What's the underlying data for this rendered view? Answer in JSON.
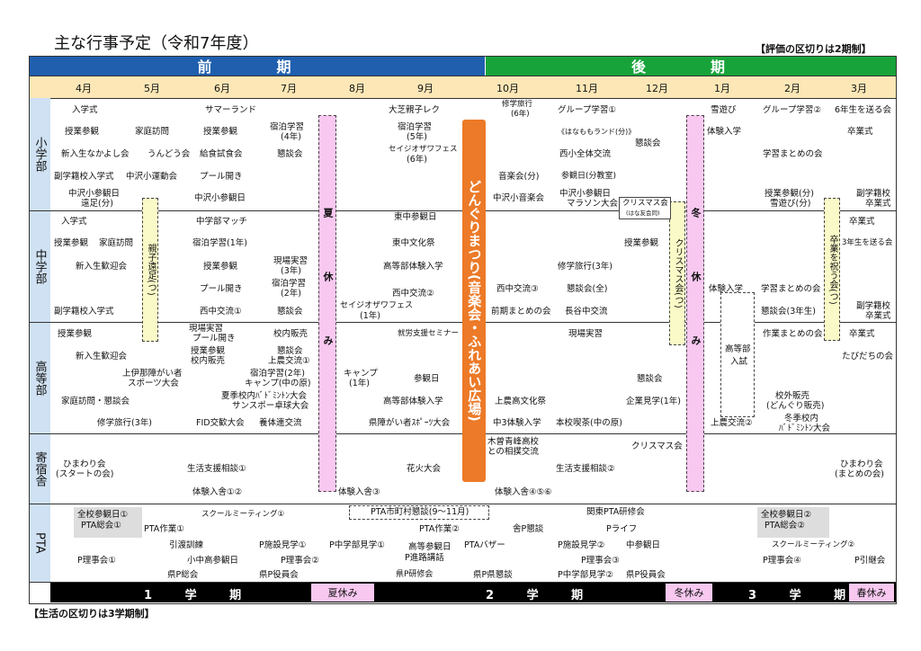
{
  "title": "主な行事予定（令和7年度）",
  "note_top": "【評価の区切りは2期制】",
  "note_bottom": "【生活の区切りは3学期制】",
  "band_zenki": "前　期",
  "band_kouki": "後　期",
  "months": [
    "4月",
    "5月",
    "6月",
    "7月",
    "8月",
    "9月",
    "10月",
    "11月",
    "12月",
    "1月",
    "2月",
    "3月"
  ],
  "sections": {
    "sho": "小学部",
    "chu": "中学部",
    "kou": "高等部",
    "kishuku": "寄宿舎",
    "pta": "PTA"
  },
  "sho": [
    "入学式",
    "サマーランド",
    "大芝親子レク",
    "修学旅行",
    "(6年)",
    "グループ学習①",
    "雪遊び",
    "グループ学習②",
    "6年生を送る会",
    "授業参観",
    "家庭訪問",
    "授業参観",
    "宿泊学習",
    "(4年)",
    "宿泊学習",
    "(5年)",
    "《はなももランド(分)》",
    "体験入学",
    "卒業式",
    "新入生なかよし会",
    "うんどう会",
    "給食試食会",
    "懇談会",
    "セイジオザワフェス",
    "(6年)",
    "西小全体交流",
    "懇談会",
    "学習まとめの会",
    "副学籍校入学式",
    "中沢小運動会",
    "プール開き",
    "音楽会(分)",
    "参観日(分教室)",
    "中沢小参観日",
    "遠足(分)",
    "中沢小参観日",
    "中沢小音楽会",
    "中沢小参観日",
    "マラソン大会",
    "クリスマス会",
    "(はな友会同)",
    "授業参観(分)",
    "雪遊び(分)",
    "副学籍校",
    "卒業式"
  ],
  "chu": [
    "入学式",
    "中学部マッチ",
    "東中参観日",
    "卒業式",
    "授業参観",
    "家庭訪問",
    "宿泊学習(1年)",
    "東中文化祭",
    "授業参観",
    "3年生を送る会",
    "新入生歓迎会",
    "授業参観",
    "現場実習",
    "(3年)",
    "高等部体験入学",
    "修学旅行(3年)",
    "プール開き",
    "宿泊学習",
    "(2年)",
    "西中交流②",
    "西中交流③",
    "懇談会(全)",
    "体験入学",
    "学習まとめの会",
    "副学籍校入学式",
    "西中交流①",
    "懇談会",
    "セイジオザワフェス",
    "(1年)",
    "前期まとめの会",
    "長谷中交流",
    "懇談会(3年生)",
    "副学籍校",
    "卒業式"
  ],
  "kou": [
    "授業参観",
    "現場実習",
    "プール開き",
    "校内販売",
    "就労支援セミナー",
    "現場実習",
    "作業まとめの会",
    "卒業式",
    "新入生歓迎会",
    "授業参観",
    "校内販売",
    "懇談会",
    "上農交流①",
    "たびだちの会",
    "上伊那障がい者",
    "スポーツ大会",
    "宿泊学習(2年)",
    "キャンプ(中の原)",
    "キャンプ",
    "(1年)",
    "参観日",
    "懇談会",
    "家庭訪問・懇談会",
    "夏季校内ﾊﾞﾄﾞﾐﾝﾄﾝ大会",
    "サンスポー卓球大会",
    "高等部体験入学",
    "上農高文化祭",
    "企業見学(1年)",
    "校外販売",
    "(どんぐり販売)",
    "修学旅行(3年)",
    "FID交歓大会",
    "養体連交流",
    "県障がい者ｽﾎﾟｰﾂ大会",
    "中3体験入学",
    "本校喫茶(中の原)",
    "上農交流②",
    "冬季校内",
    "ﾊﾞﾄﾞﾐﾝﾄﾝ大会",
    "高等部",
    "入試"
  ],
  "kishuku": [
    "ひまわり会",
    "(スタートの会)",
    "木曽青峰高校",
    "との相撲交流",
    "クリスマス会",
    "ひまわり会",
    "(まとめの会)",
    "生活支援相談①",
    "花火大会",
    "生活支援相談②",
    "体験入舎①②",
    "体験入舎③",
    "体験入舎④⑤⑥"
  ],
  "pta": [
    "全校参観日①",
    "PTA総会①",
    "スクールミーティング①",
    "PTA市町村懇談(9～11月)",
    "関東PTA研修会",
    "全校参観日②",
    "PTA総会②",
    "PTA作業①",
    "PTA作業②",
    "舎P懇談",
    "Pライフ",
    "スクールミーティング②",
    "引渡訓練",
    "P施設見学①",
    "P中学部見学①",
    "高等参観日",
    "PTAバザー",
    "P施設見学②",
    "中参観日",
    "P理事会①",
    "小中高参観日",
    "P理事会②",
    "P進路講話",
    "P理事会③",
    "P理事会④",
    "P引継会",
    "県P総会",
    "県P役員会",
    "県P研修会",
    "県P県懇談",
    "P中学部見学②",
    "県P役員会"
  ],
  "vbars": {
    "natsu": "夏休み",
    "fuyu": "冬休み",
    "kuri": "クリスマス会(つ)",
    "oyako": "親子遠足(つ)",
    "sotsu": "卒業を祝う会(つ)"
  },
  "donguri": "どんぐりまつり(音楽会・ふれあい広場)",
  "terms": {
    "t1": "1 学 期",
    "t2": "2 学 期",
    "t3": "3 学 期",
    "natsu": "夏休み",
    "fuyu": "冬休み",
    "haru": "春休み"
  },
  "colors": {
    "zenki": "#1f5fae",
    "kouki": "#18a33a",
    "month_bg": "#fde7b6",
    "sec_bg": "#cfe1f2",
    "pink": "#f8c8f0",
    "orange": "#ec7a28",
    "yellow": "#fafac8"
  }
}
